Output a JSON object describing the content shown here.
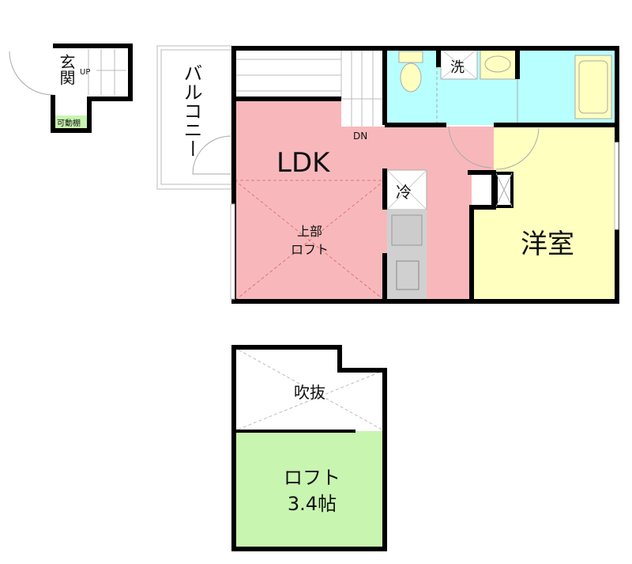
{
  "rooms": {
    "entrance": "玄関",
    "up": "UP",
    "shelf": "可動棚",
    "balcony": "バルコニー",
    "ldk": "LDK",
    "dn": "DN",
    "upper_loft_1": "上部",
    "upper_loft_2": "ロフト",
    "fridge": "冷",
    "washer": "洗",
    "western_room": "洋室",
    "void": "吹抜",
    "loft": "ロフト",
    "loft_size": "3.4帖"
  },
  "colors": {
    "ldk": "#f8b8bb",
    "western_room": "#ffffc0",
    "wet_area": "#b8ffff",
    "loft": "#c8f5b0",
    "shelf": "#c8f5b0",
    "fixture": "#ffffc0",
    "kitchen": "#d0d0d0",
    "wall": "#000000"
  }
}
